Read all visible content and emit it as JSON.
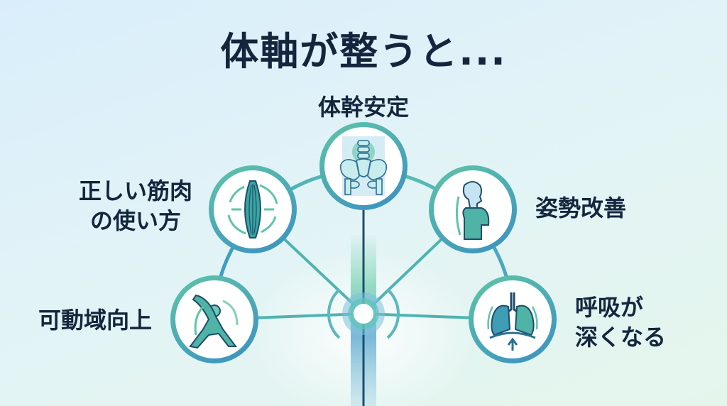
{
  "title": "体軸が整うと...",
  "colors": {
    "text": "#13263d",
    "teal": "#5fc5a8",
    "blue": "#3a8fc2",
    "axis": "#1d4e6b"
  },
  "benefits": [
    {
      "id": "core-stability",
      "label_lines": [
        "体幹安定"
      ],
      "icon": "pelvis-spine-icon"
    },
    {
      "id": "correct-muscle-use",
      "label_lines": [
        "正しい筋肉",
        "の使い方"
      ],
      "icon": "muscle-icon"
    },
    {
      "id": "posture-improvement",
      "label_lines": [
        "姿勢改善"
      ],
      "icon": "posture-profile-icon"
    },
    {
      "id": "range-of-motion",
      "label_lines": [
        "可動域向上"
      ],
      "icon": "stretching-person-icon"
    },
    {
      "id": "deeper-breathing",
      "label_lines": [
        "呼吸が",
        "深くなる"
      ],
      "icon": "lungs-icon"
    }
  ],
  "hub": {
    "icon": "center-axis-hub-icon"
  }
}
